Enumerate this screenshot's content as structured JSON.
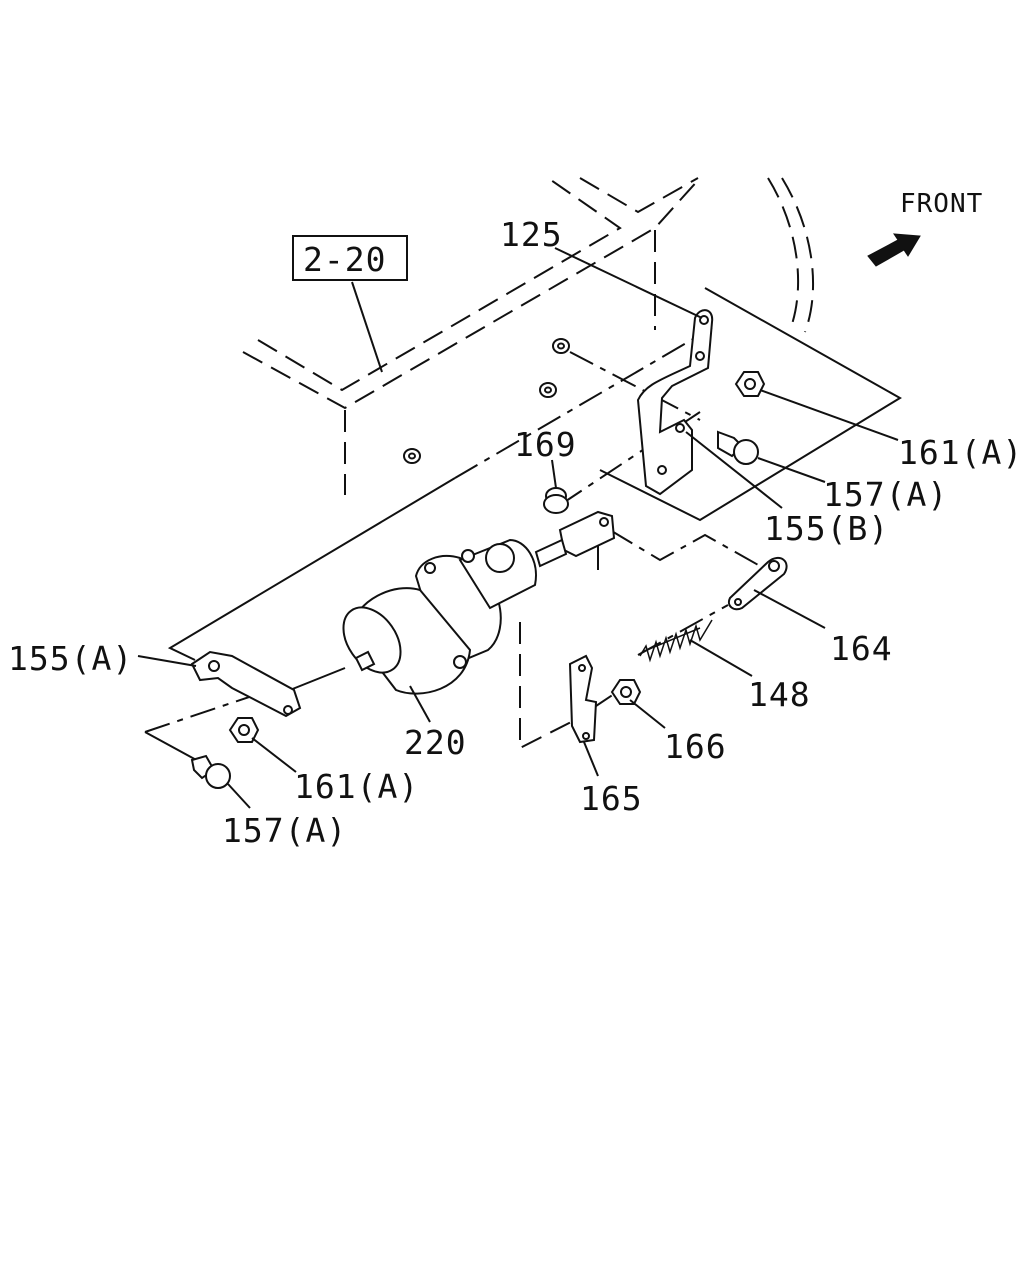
{
  "diagram": {
    "ref_box": "2-20",
    "direction_label": "FRONT",
    "callouts": {
      "c125": "125",
      "c161a_top": "161(A)",
      "c157a_top": "157(A)",
      "c155b": "155(B)",
      "c169": "169",
      "c164": "164",
      "c148": "148",
      "c166": "166",
      "c165": "165",
      "c155a": "155(A)",
      "c220": "220",
      "c161a_bottom": "161(A)",
      "c157a_bottom": "157(A)"
    },
    "icons": {
      "front_arrow": "arrow-icon"
    }
  }
}
